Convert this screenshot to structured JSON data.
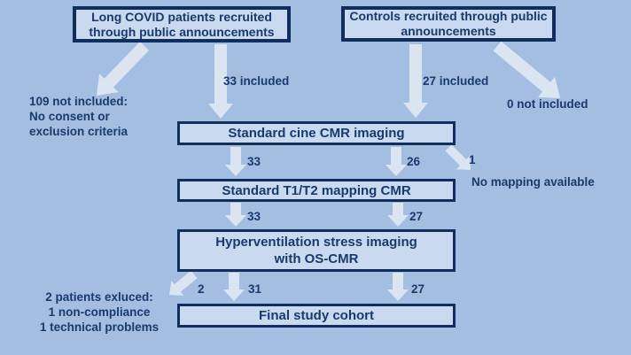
{
  "colors": {
    "background": "#a4bee1",
    "box_fill": "#c9d9ef",
    "box_border": "#112d5c",
    "text": "#183a6d",
    "arrow": "#dbe5f2"
  },
  "boxes": {
    "patients": "Long COVID patients recruited\nthrough public announcements",
    "controls": "Controls recruited through public\nannouncements",
    "cine": "Standard cine CMR imaging",
    "mapping": "Standard T1/T2 mapping CMR",
    "stress": "Hyperventilation stress imaging\nwith OS-CMR",
    "final": "Final study cohort"
  },
  "labels": {
    "patients_not_included": "109 not included:\nNo consent or\nexclusion criteria",
    "patients_included": "33 included",
    "controls_included": "27 included",
    "controls_not_included": "0 not included",
    "cine_to_mapping_left": "33",
    "cine_to_mapping_right": "26",
    "no_mapping_count": "1",
    "no_mapping_text": "No mapping available",
    "mapping_to_stress_left": "33",
    "mapping_to_stress_right": "27",
    "stress_excluded_count": "2",
    "stress_to_final_left": "31",
    "stress_to_final_right": "27",
    "stress_excluded_detail": "2 patients exluced:\n1 non-compliance\n1 technical problems"
  }
}
